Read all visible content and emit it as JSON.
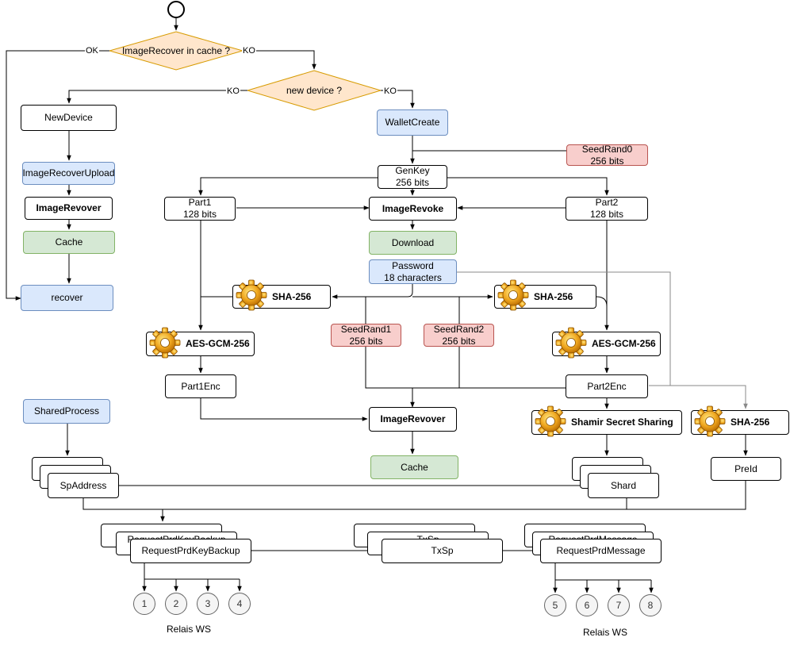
{
  "decisions": {
    "cache": "ImageRecover in cache ?",
    "device": "new device ?"
  },
  "edge_labels": {
    "cache_ok": "OK",
    "cache_ko": "KO",
    "device_ko_left": "KO",
    "device_ko_right": "KO"
  },
  "nodes": {
    "new_device": "NewDevice",
    "image_recover_upload": "ImageRecoverUpload",
    "image_revover_left": "ImageRevover",
    "cache_left": "Cache",
    "recover": "recover",
    "wallet_create": "WalletCreate",
    "seed_rand0": "SeedRand0\n256 bits",
    "gen_key": "GenKey\n256 bits",
    "part1": "Part1\n128 bits",
    "image_revoke": "ImageRevoke",
    "part2": "Part2\n128 bits",
    "download": "Download",
    "password": "Password\n18 characters",
    "sha_left": "SHA-256",
    "sha_right": "SHA-256",
    "aes_left": "AES-GCM-256",
    "aes_right": "AES-GCM-256",
    "seed_rand1": "SeedRand1\n256 bits",
    "seed_rand2": "SeedRand2\n256 bits",
    "part1_enc": "Part1Enc",
    "part2_enc": "Part2Enc",
    "image_revover_center": "ImageRevover",
    "cache_center": "Cache",
    "shamir": "Shamir Secret Sharing",
    "sha_far_right": "SHA-256",
    "shared_process": "SharedProcess",
    "sp_address": "SpAddress",
    "shard": "Shard",
    "pre_id": "PreId",
    "request_prd_key_backup": "RequestPrdKeyBackup",
    "request_prd_key_backup_back": "RequestPrdKeyBackup",
    "tx_sp": "TxSp",
    "tx_sp_back": "TxSp",
    "request_prd_message": "RequestPrdMessage",
    "request_prd_message_back": "RequestPrdMessage"
  },
  "relays_left": {
    "caption": "Relais WS",
    "items": [
      "1",
      "2",
      "3",
      "4"
    ]
  },
  "relays_right": {
    "caption": "Relais WS",
    "items": [
      "5",
      "6",
      "7",
      "8"
    ]
  },
  "icons": {
    "start": "start-circle",
    "gear": "gear-icon"
  },
  "colors": {
    "blue_fill": "#dae8fc",
    "blue_stroke": "#6c8ebf",
    "green_fill": "#d5e8d4",
    "green_stroke": "#82b366",
    "red_fill": "#f8cecc",
    "red_stroke": "#b85450",
    "decision_fill": "#ffe6cc",
    "decision_stroke": "#d79b00"
  }
}
